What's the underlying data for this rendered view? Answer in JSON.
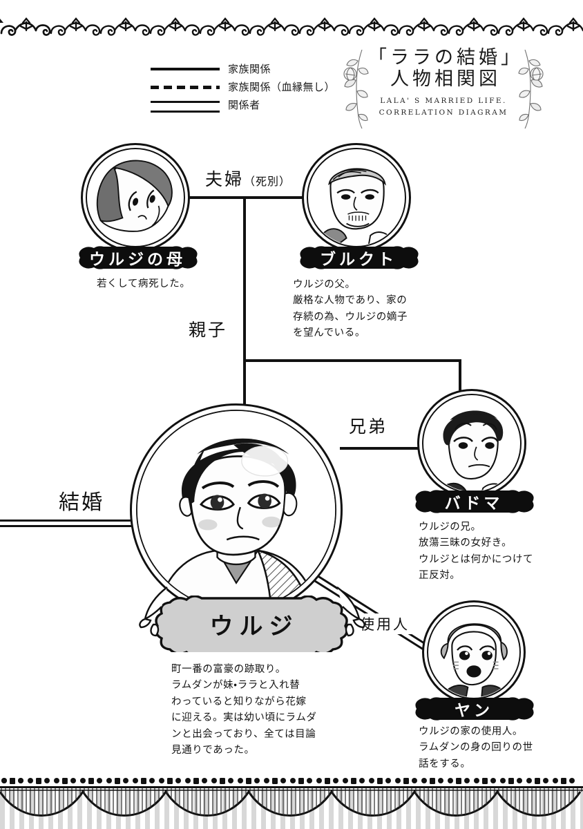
{
  "title": {
    "jp_line1": "「ララの結婚」",
    "jp_line2": "人物相関図",
    "en_line1": "LALA' S MARRIED LIFE.",
    "en_line2": "CORRELATION DIAGRAM"
  },
  "legend": {
    "items": [
      {
        "style": "solid",
        "label": "家族関係"
      },
      {
        "style": "dashed",
        "label": "家族関係（血縁無し）"
      },
      {
        "style": "double",
        "label": "関係者"
      }
    ]
  },
  "relations": [
    {
      "id": "couple",
      "label": "夫婦",
      "sub": "（死別）",
      "style": "solid"
    },
    {
      "id": "parent",
      "label": "親子",
      "sub": "",
      "style": "solid"
    },
    {
      "id": "sibling",
      "label": "兄弟",
      "sub": "",
      "style": "solid"
    },
    {
      "id": "marriage",
      "label": "結婚",
      "sub": "",
      "style": "double"
    },
    {
      "id": "servant",
      "label": "使用人",
      "sub": "",
      "style": "double"
    }
  ],
  "characters": {
    "mother": {
      "name": "ウルジの母",
      "desc": "若くして病死した。"
    },
    "father": {
      "name": "ブルクト",
      "desc": "ウルジの父。\n厳格な人物であり、家の\n存続の為、ウルジの嫡子\nを望んでいる。"
    },
    "urji": {
      "name": "ウルジ",
      "desc": "町一番の富豪の跡取り。\nラムダンが妹・ララと入れ替\nわっていると知りながら花嫁\nに迎える。実は幼い頃にラムダ\nンと出会っており、全ては目論\n見通りであった。"
    },
    "badoma": {
      "name": "バドマ",
      "desc": "ウルジの兄。\n放蕩三昧の女好き。\nウルジとは何かにつけて\n正反対。"
    },
    "yan": {
      "name": "ヤン",
      "desc": "ウルジの家の使用人。\nラムダンの身の回りの世\n話をする。"
    }
  },
  "colors": {
    "ink": "#111111",
    "paper": "#ffffff",
    "plaque_fill": "#cfcfcf"
  }
}
